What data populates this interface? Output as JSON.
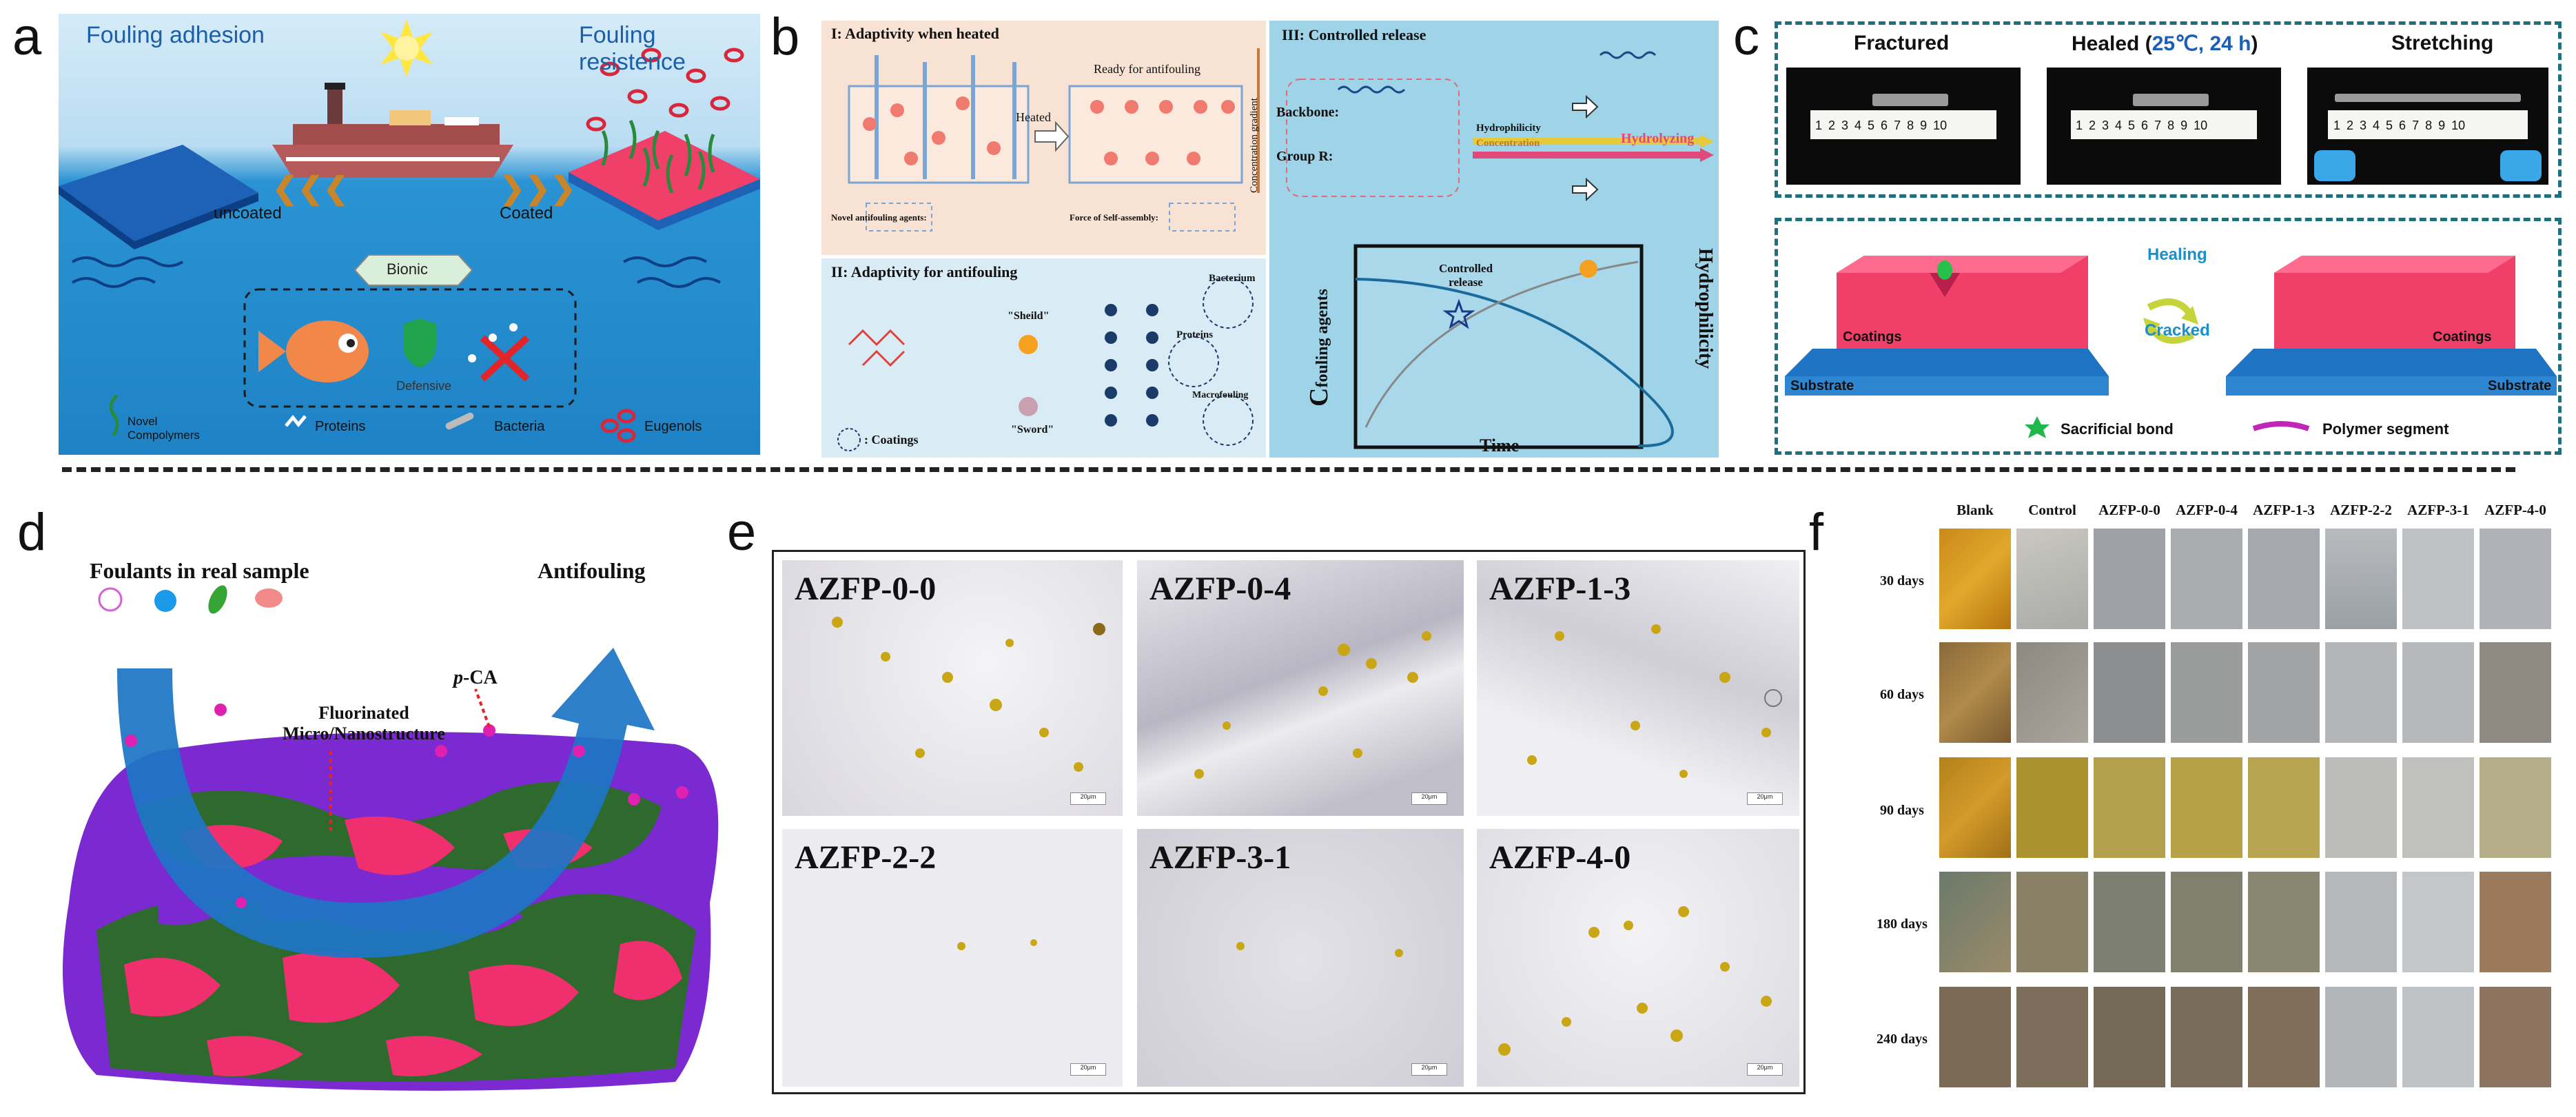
{
  "panel_labels": {
    "a": "a",
    "b": "b",
    "c": "c",
    "d": "d",
    "e": "e",
    "f": "f"
  },
  "panel_a": {
    "title_left": "Fouling adhesion",
    "title_right": "Fouling resistence",
    "uncoated": "uncoated",
    "coated": "Coated",
    "bionic": "Bionic",
    "defensive": "Defensive",
    "legend": {
      "compolymers": "Novel Compolymers",
      "proteins": "Proteins",
      "bacteria": "Bacteria",
      "eugenols": "Eugenols"
    }
  },
  "panel_b": {
    "s1_title": "I: Adaptivity when heated",
    "heated": "Heated",
    "ready": "Ready for antifouling",
    "conc_gradient": "Concentration gradient",
    "agents": "Novel antifouling agents:",
    "force": "Force of Self-assembly:",
    "s2_title": "II: Adaptivity for antifouling",
    "sheild": "\"Sheild\"",
    "sword": "\"Sword\"",
    "proteins": "Proteins",
    "bacterium": "Bacterium",
    "macrofouling": "Macrofouling",
    "coatings": ": Coatings",
    "s3_title": "III: Controlled release",
    "backbone": "Backbone:",
    "group_r": "Group R:",
    "hydrophilicity": "Hydrophilicity",
    "concentration": "Concentration",
    "hydrolyzing": "Hydrolyzing",
    "controlled_release": "Controlled release",
    "c_fouling": "C",
    "c_fouling_sub": "fouling agents",
    "time": "Time",
    "hydrophilicity_axis": "Hydrophilicity"
  },
  "panel_c": {
    "fractured": "Fractured",
    "healed_pre": "Healed (",
    "healed_hl": "25℃, 24 h",
    "healed_post": ")",
    "stretching": "Stretching",
    "ruler_numbers": "1 2 3 4 5 6 7 8 9 10",
    "healing": "Healing",
    "cracked": "Cracked",
    "coatings": "Coatings",
    "substrate": "Substrate",
    "sacrificial": "Sacrificial bond",
    "polymer": "Polymer segment"
  },
  "panel_d": {
    "foulants": "Foulants in real sample",
    "antifouling": "Antifouling",
    "micro_pre": "Fluorinated",
    "micro_post": "Micro/Nanostructure",
    "pca_it": "p",
    "pca": "-CA"
  },
  "panel_e": {
    "cells": [
      "AZFP-0-0",
      "AZFP-0-4",
      "AZFP-1-3",
      "AZFP-2-2",
      "AZFP-3-1",
      "AZFP-4-0"
    ],
    "scale": "20μm"
  },
  "panel_f": {
    "columns": [
      "Blank",
      "Control",
      "AZFP-0-0",
      "AZFP-0-4",
      "AZFP-1-3",
      "AZFP-2-2",
      "AZFP-3-1",
      "AZFP-4-0"
    ],
    "rows": [
      "30 days",
      "60 days",
      "90 days",
      "180 days",
      "240 days"
    ]
  },
  "colors": {
    "sea_top": "#cfe6f7",
    "sea_bottom": "#1f86c9",
    "coating_red": "#f0406a",
    "substrate_blue": "#1e73c2",
    "teal_frame": "#1f6f7f",
    "panel_b_I": "#f7e2d3",
    "panel_b_II": "#d9ecf6",
    "panel_b_III": "#9fd3e8"
  }
}
